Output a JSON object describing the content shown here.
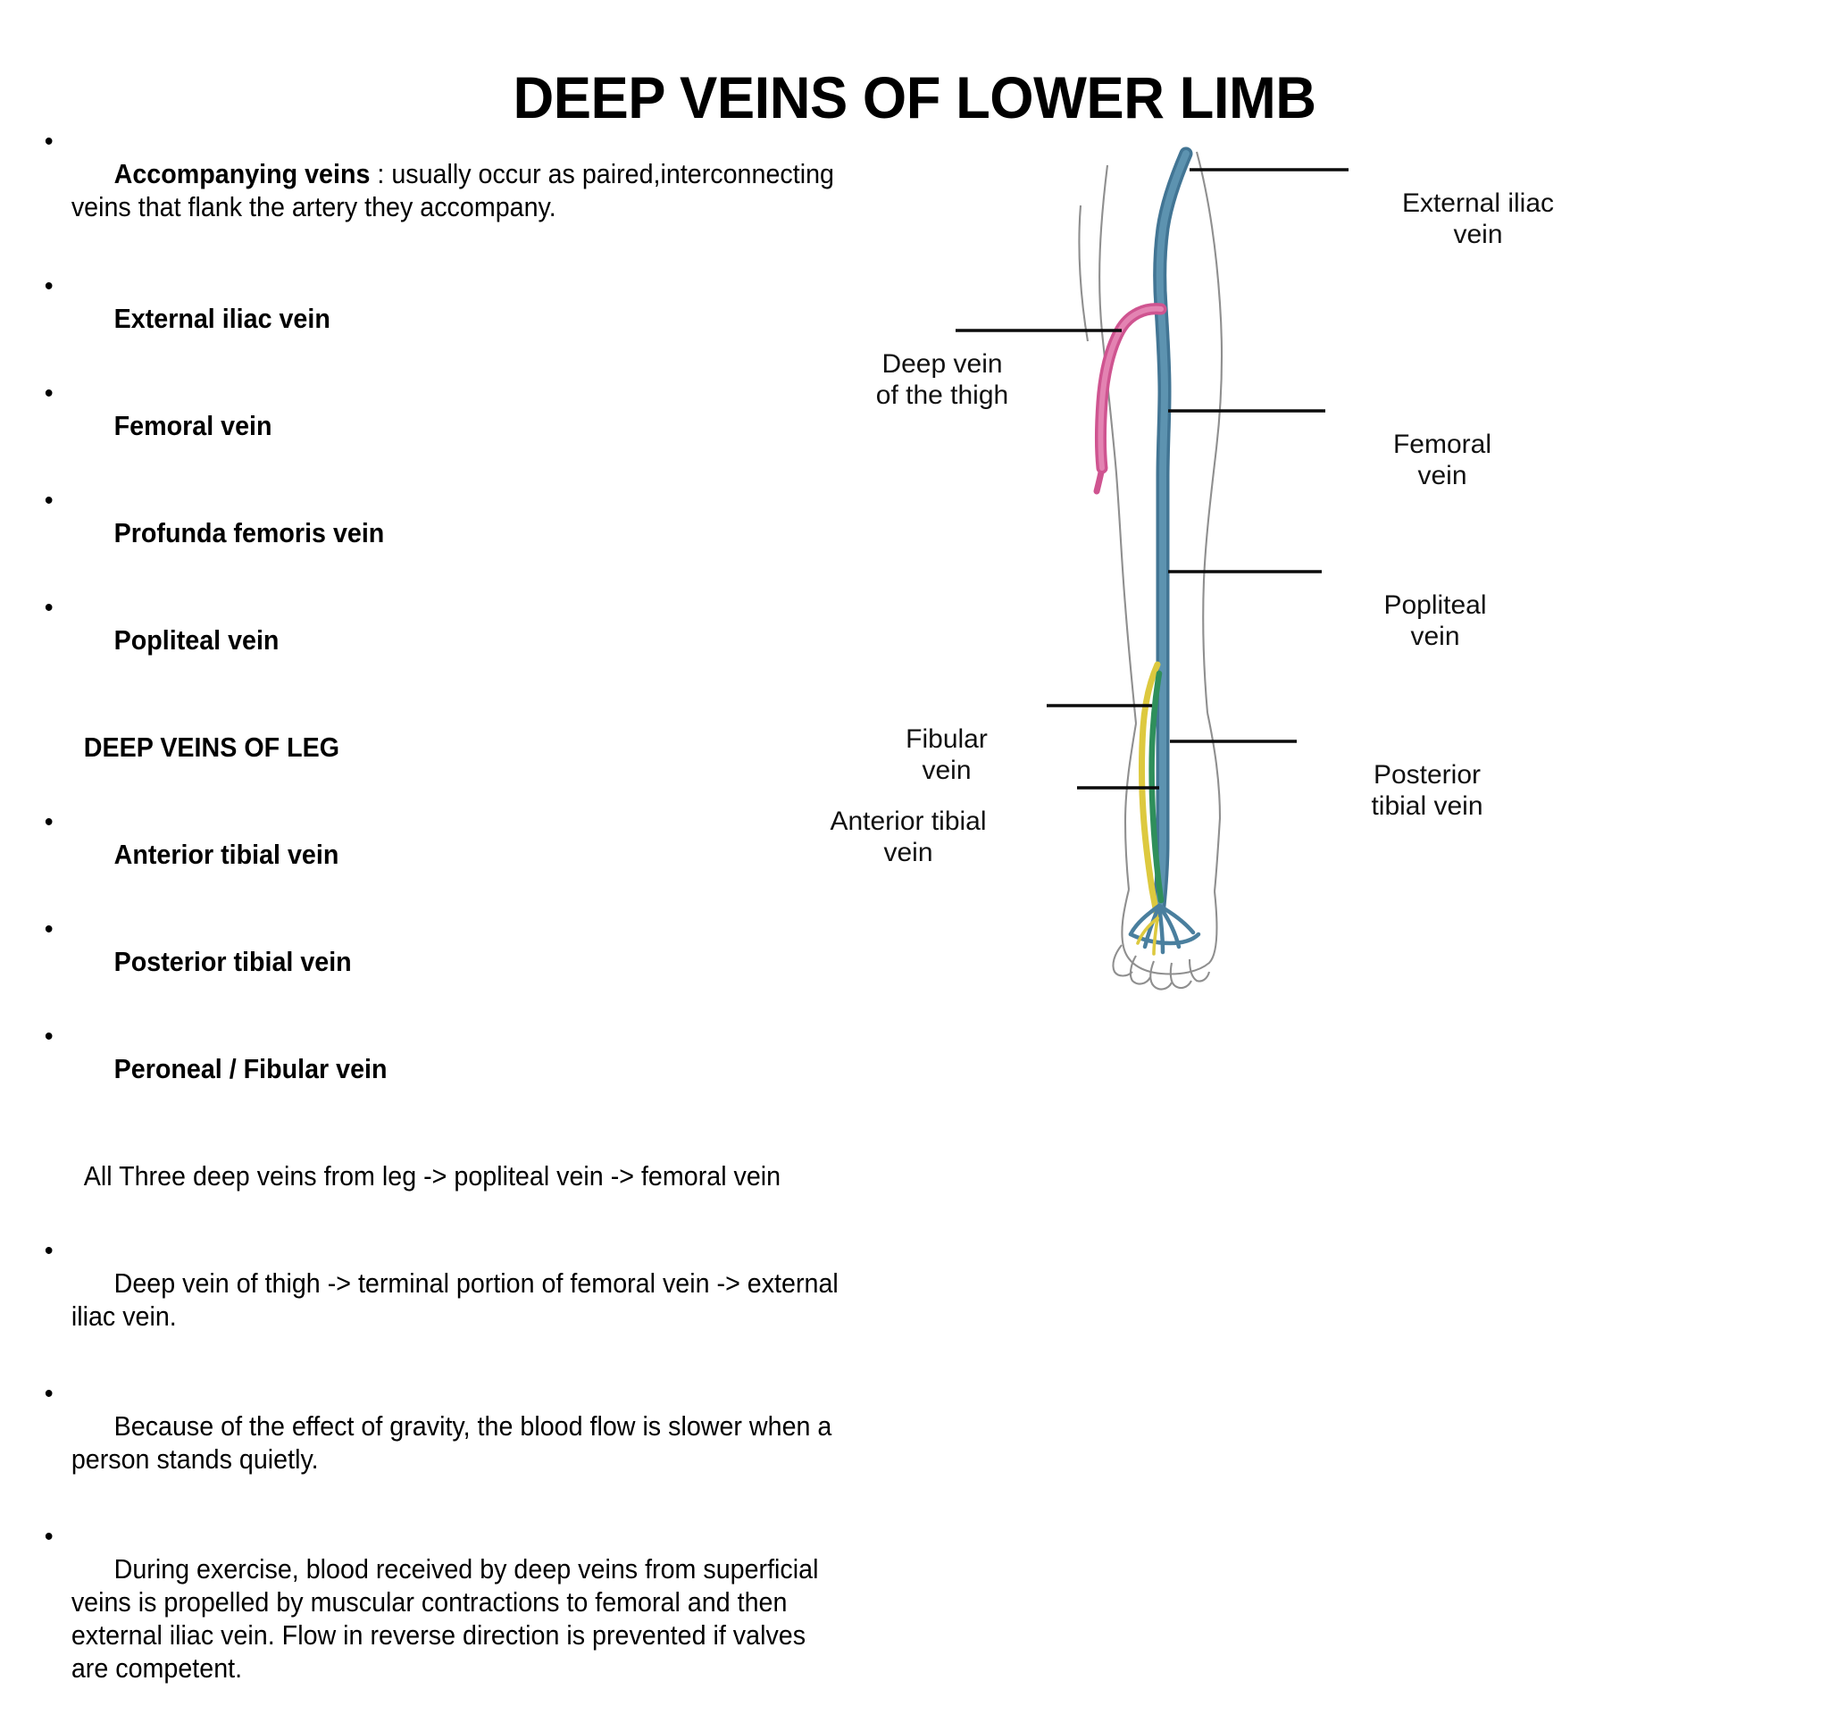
{
  "slide": {
    "title": "DEEP VEINS OF LOWER LIMB",
    "background_color": "#ffffff",
    "text_color": "#000000"
  },
  "body": {
    "items": [
      {
        "id": "accompanying-veins",
        "bullet": true,
        "bold_lead": "Accompanying veins",
        "text": " : usually occur as paired,interconnecting veins that flank the artery they accompany."
      },
      {
        "id": "external-iliac-vein",
        "bullet": true,
        "bold": true,
        "text": "External iliac vein"
      },
      {
        "id": "femoral-vein",
        "bullet": true,
        "bold": true,
        "text": "Femoral vein"
      },
      {
        "id": "profunda-femoris-vein",
        "bullet": true,
        "bold": true,
        "text": "Profunda femoris vein"
      },
      {
        "id": "popliteal-vein",
        "bullet": true,
        "bold": true,
        "text": "Popliteal vein"
      },
      {
        "id": "deep-veins-of-leg-heading",
        "bullet": false,
        "bold": true,
        "text": "DEEP VEINS OF LEG"
      },
      {
        "id": "anterior-tibial-vein",
        "bullet": true,
        "bold": true,
        "text": "Anterior tibial vein"
      },
      {
        "id": "posterior-tibial-vein",
        "bullet": true,
        "bold": true,
        "text": "Posterior tibial vein"
      },
      {
        "id": "peroneal-fibular-vein",
        "bullet": true,
        "bold": true,
        "text": "Peroneal / Fibular vein"
      },
      {
        "id": "all-three-deep-veins",
        "bullet": false,
        "bold": false,
        "text": "All Three deep veins from leg -> popliteal vein -> femoral vein"
      },
      {
        "id": "deep-vein-of-thigh-flow",
        "bullet": true,
        "bold": false,
        "text": "Deep vein of thigh -> terminal portion of femoral vein -> external iliac vein."
      },
      {
        "id": "gravity-note",
        "bullet": true,
        "bold": false,
        "text": "Because of the effect of gravity, the blood flow is slower when a person stands quietly."
      },
      {
        "id": "exercise-note",
        "bullet": true,
        "bold": false,
        "text": "During exercise, blood received by deep veins from superficial veins is propelled by muscular contractions to femoral and then external iliac vein. Flow in reverse direction is prevented if valves are competent."
      }
    ],
    "bullet_glyph": "•"
  },
  "diagram": {
    "name": "deep-veins-of-lower-limb-illustration",
    "colors": {
      "main_vein": "#4a7f9e",
      "deep_vein_thigh": "#cf5490",
      "fibular_vein": "#ddc93f",
      "anterior_tibial_vein": "#2f8f5b",
      "leg_outline": "#8a8a8a",
      "leader_line": "#0b0b0b"
    },
    "labels": [
      {
        "id": "external-iliac-vein-label",
        "text": "External iliac\nvein",
        "side": "right"
      },
      {
        "id": "deep-vein-of-thigh-label",
        "text": "Deep vein\nof the thigh",
        "side": "left"
      },
      {
        "id": "femoral-vein-label",
        "text": "Femoral\nvein",
        "side": "right"
      },
      {
        "id": "popliteal-vein-label",
        "text": "Popliteal\nvein",
        "side": "right"
      },
      {
        "id": "fibular-vein-label",
        "text": "Fibular\nvein",
        "side": "left"
      },
      {
        "id": "posterior-tibial-vein-label",
        "text": "Posterior\ntibial vein",
        "side": "right"
      },
      {
        "id": "anterior-tibial-vein-label",
        "text": "Anterior tibial\nvein",
        "side": "left"
      }
    ]
  }
}
